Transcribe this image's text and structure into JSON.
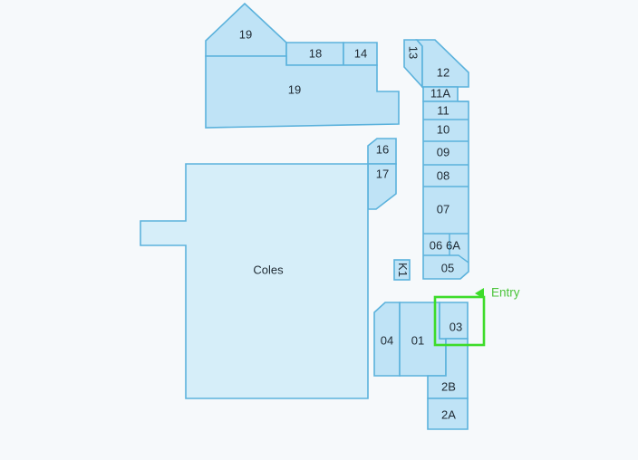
{
  "units": {
    "u19_top": "19",
    "u18": "18",
    "u14": "14",
    "u19_main": "19",
    "u13": "13",
    "u12": "12",
    "u11a": "11A",
    "u11": "11",
    "u10": "10",
    "u09": "09",
    "u08": "08",
    "u07": "07",
    "u06": "06",
    "u6a": "6A",
    "u05": "05",
    "u16": "16",
    "u17": "17",
    "coles": "Coles",
    "k1": "K1",
    "u04": "04",
    "u01": "01",
    "u03": "03",
    "u2b": "2B",
    "u2a": "2A"
  },
  "entry": {
    "label": "Entry",
    "color": "#3ddc2a"
  },
  "colors": {
    "shop_fill": "#bfe3f6",
    "shop_stroke": "#5bb2dc",
    "background": "#f6f9fb"
  }
}
